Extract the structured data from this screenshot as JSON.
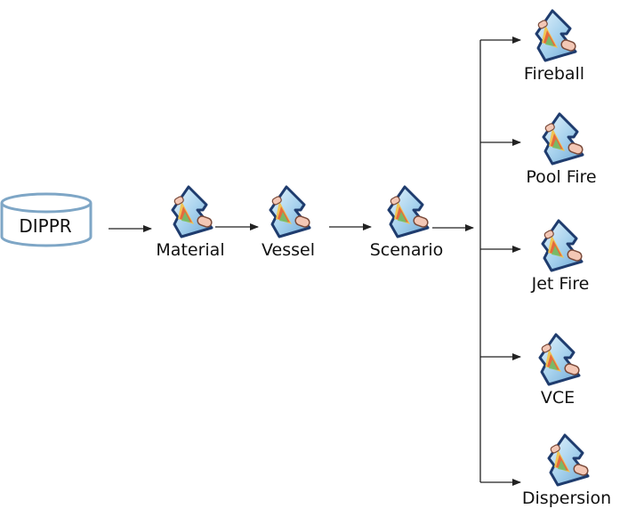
{
  "source": {
    "label": "DIPPR",
    "icon": "database-icon"
  },
  "pipeline": [
    {
      "id": "material",
      "label": "Material",
      "icon": "modeling-component-icon"
    },
    {
      "id": "vessel",
      "label": "Vessel",
      "icon": "modeling-component-icon"
    },
    {
      "id": "scenario",
      "label": "Scenario",
      "icon": "modeling-component-icon"
    }
  ],
  "outcomes": [
    {
      "id": "fireball",
      "label": "Fireball",
      "icon": "modeling-component-icon"
    },
    {
      "id": "pool-fire",
      "label": "Pool Fire",
      "icon": "modeling-component-icon"
    },
    {
      "id": "jet-fire",
      "label": "Jet Fire",
      "icon": "modeling-component-icon"
    },
    {
      "id": "vce",
      "label": "VCE",
      "icon": "modeling-component-icon"
    },
    {
      "id": "dispersion",
      "label": "Dispersion",
      "icon": "modeling-component-icon"
    }
  ],
  "colors": {
    "database_stroke": "#7ea6c6",
    "icon_glass": "#a9d3ee",
    "icon_glass_dark": "#1f3c6e",
    "icon_pin": "#f3c7b5",
    "arrow": "#222222"
  }
}
